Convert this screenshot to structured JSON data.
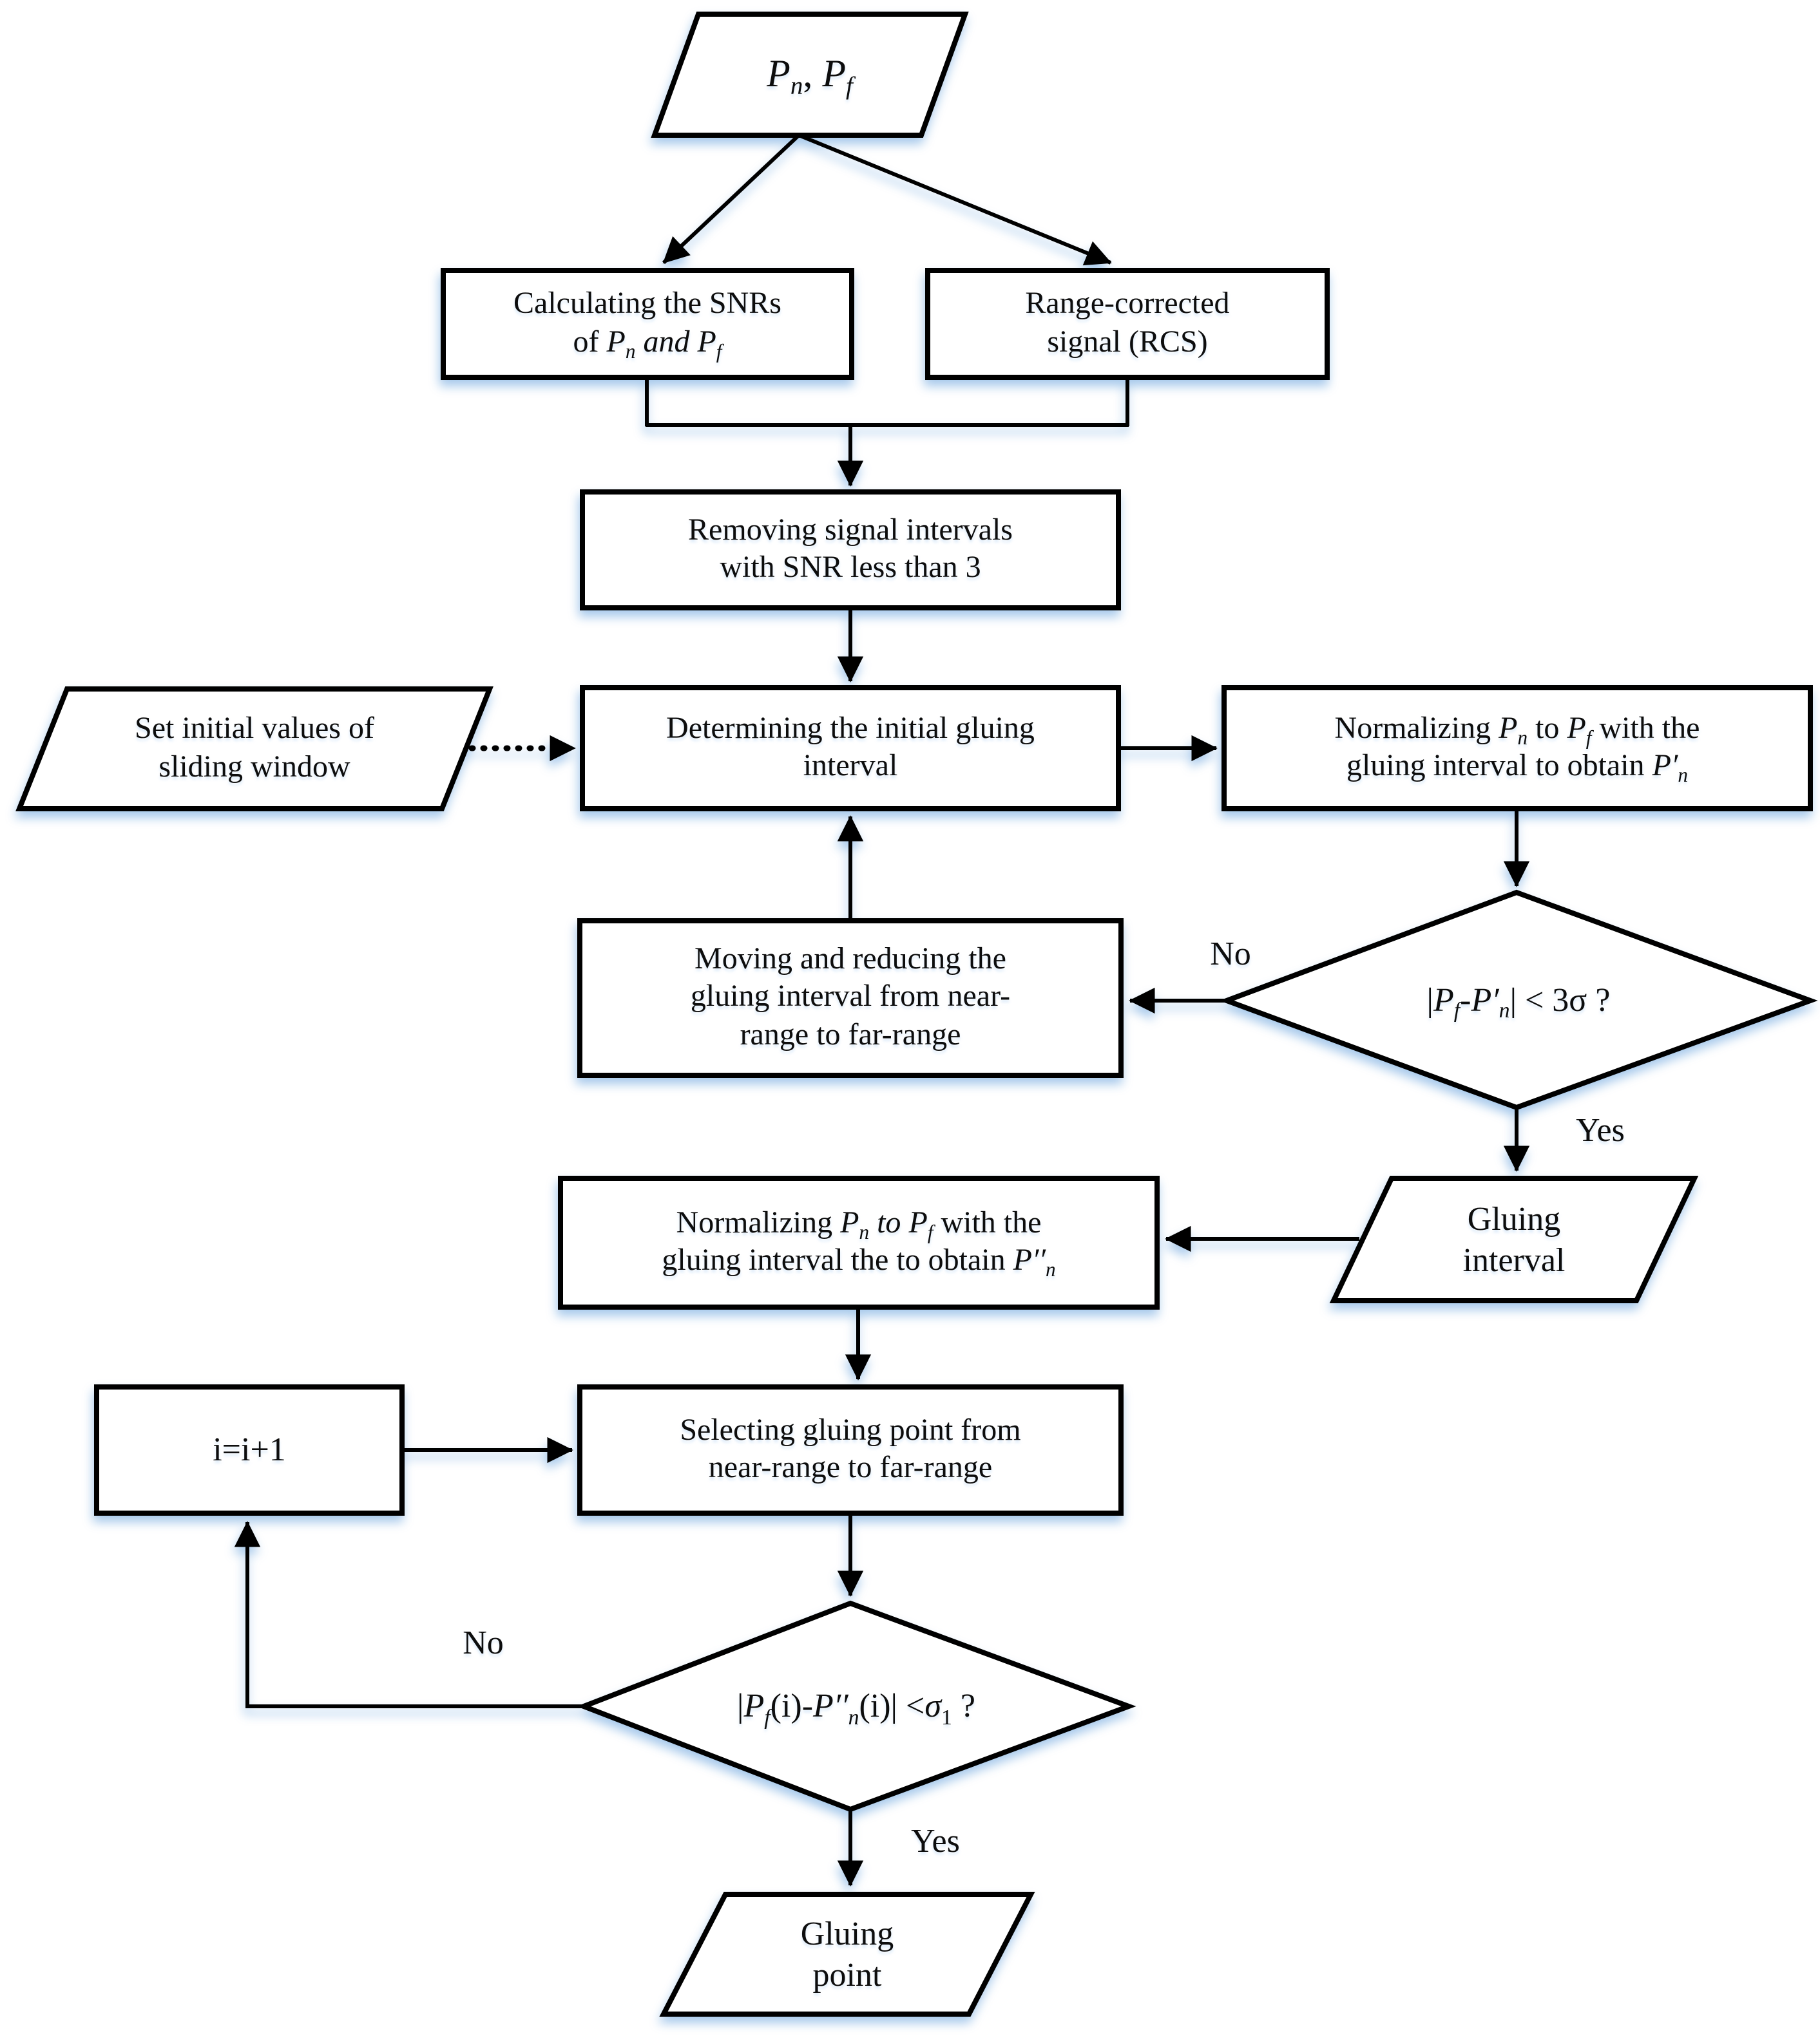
{
  "figure": {
    "background": "#ffffff",
    "line_color": "#000000",
    "shadow_color": "#98c0e8",
    "branch_labels": {
      "yes1": "Yes",
      "no1": "No",
      "yes2": "Yes",
      "no2": "No"
    }
  },
  "nodes": {
    "source": {
      "shape": "parallelogram",
      "line1": [
        {
          "t": "P",
          "s": "i"
        },
        {
          "t": "n",
          "s": "sub"
        },
        {
          "t": ", ",
          "s": "r"
        },
        {
          "t": "P",
          "s": "i"
        },
        {
          "t": "f",
          "s": "sub"
        }
      ]
    },
    "calc_snr": {
      "shape": "rect",
      "line1": [
        {
          "t": "Calculating the SNRs",
          "s": "r"
        }
      ],
      "line2": [
        {
          "t": "of ",
          "s": "r"
        },
        {
          "t": "P",
          "s": "i"
        },
        {
          "t": "n",
          "s": "sub"
        },
        {
          "t": " and ",
          "s": "i"
        },
        {
          "t": "P",
          "s": "i"
        },
        {
          "t": "f",
          "s": "sub"
        }
      ]
    },
    "rcs": {
      "shape": "rect",
      "line1": [
        {
          "t": "Range-corrected",
          "s": "r"
        }
      ],
      "line2": [
        {
          "t": "signal (RCS)",
          "s": "r"
        }
      ]
    },
    "remove_snr": {
      "shape": "rect",
      "line1": [
        {
          "t": "Removing signal intervals",
          "s": "r"
        }
      ],
      "line2": [
        {
          "t": "with SNR less than 3",
          "s": "r"
        }
      ]
    },
    "set_initial": {
      "shape": "parallelogram",
      "line1": [
        {
          "t": "Set initial values of",
          "s": "r"
        }
      ],
      "line2": [
        {
          "t": "sliding window",
          "s": "r"
        }
      ]
    },
    "determine": {
      "shape": "rect",
      "line1": [
        {
          "t": "Determining the initial gluing",
          "s": "r"
        }
      ],
      "line2": [
        {
          "t": "interval",
          "s": "r"
        }
      ]
    },
    "normalize1": {
      "shape": "rect",
      "line1": [
        {
          "t": "Normalizing ",
          "s": "r"
        },
        {
          "t": "P",
          "s": "i"
        },
        {
          "t": "n",
          "s": "sub"
        },
        {
          "t": " to ",
          "s": "r"
        },
        {
          "t": "P",
          "s": "i"
        },
        {
          "t": "f",
          "s": "sub"
        },
        {
          "t": " with the",
          "s": "r"
        }
      ],
      "line2": [
        {
          "t": "gluing interval to obtain ",
          "s": "r"
        },
        {
          "t": "P",
          "s": "i"
        },
        {
          "t": "′",
          "s": "i"
        },
        {
          "t": "n",
          "s": "sub"
        }
      ]
    },
    "check_3sigma": {
      "shape": "diamond",
      "line1": [
        {
          "t": "|",
          "s": "r"
        },
        {
          "t": "P",
          "s": "i"
        },
        {
          "t": "f",
          "s": "sub"
        },
        {
          "t": "-",
          "s": "r"
        },
        {
          "t": "P",
          "s": "i"
        },
        {
          "t": "′",
          "s": "i"
        },
        {
          "t": "n",
          "s": "sub"
        },
        {
          "t": "| < 3σ ?",
          "s": "r"
        }
      ]
    },
    "moving": {
      "shape": "rect",
      "line1": [
        {
          "t": "Moving and reducing the",
          "s": "r"
        }
      ],
      "line2": [
        {
          "t": "gluing interval  from near-",
          "s": "r"
        }
      ],
      "line3": [
        {
          "t": "range to far-range",
          "s": "r"
        }
      ]
    },
    "gluing_interval": {
      "shape": "parallelogram",
      "line1": [
        {
          "t": "Gluing",
          "s": "r"
        }
      ],
      "line2": [
        {
          "t": "interval",
          "s": "r"
        }
      ]
    },
    "normalize2": {
      "shape": "rect",
      "line1": [
        {
          "t": "Normalizing ",
          "s": "r"
        },
        {
          "t": "P",
          "s": "i"
        },
        {
          "t": "n",
          "s": "sub"
        },
        {
          "t": " to ",
          "s": "i"
        },
        {
          "t": "P",
          "s": "i"
        },
        {
          "t": "f",
          "s": "sub"
        },
        {
          "t": " with the",
          "s": "r"
        }
      ],
      "line2": [
        {
          "t": "gluing interval the to obtain ",
          "s": "r"
        },
        {
          "t": "P",
          "s": "i"
        },
        {
          "t": "′′",
          "s": "i"
        },
        {
          "t": "n",
          "s": "sub"
        }
      ]
    },
    "selecting": {
      "shape": "rect",
      "line1": [
        {
          "t": "Selecting gluing point from",
          "s": "r"
        }
      ],
      "line2": [
        {
          "t": "near-range to far-range",
          "s": "r"
        }
      ]
    },
    "increment": {
      "shape": "rect",
      "line1": [
        {
          "t": "i=i+1",
          "s": "r"
        }
      ]
    },
    "check_sigma1": {
      "shape": "diamond",
      "line1": [
        {
          "t": "|",
          "s": "r"
        },
        {
          "t": "P",
          "s": "i"
        },
        {
          "t": "f",
          "s": "sub"
        },
        {
          "t": "(i)-",
          "s": "r"
        },
        {
          "t": "P",
          "s": "i"
        },
        {
          "t": "′′",
          "s": "i"
        },
        {
          "t": "n",
          "s": "sub"
        },
        {
          "t": "(i)| <",
          "s": "r"
        },
        {
          "t": "σ",
          "s": "i"
        },
        {
          "t": "1",
          "s": "subn"
        },
        {
          "t": " ?",
          "s": "r"
        }
      ]
    },
    "gluing_point": {
      "shape": "parallelogram",
      "line1": [
        {
          "t": "Gluing",
          "s": "r"
        }
      ],
      "line2": [
        {
          "t": "point",
          "s": "r"
        }
      ]
    }
  }
}
